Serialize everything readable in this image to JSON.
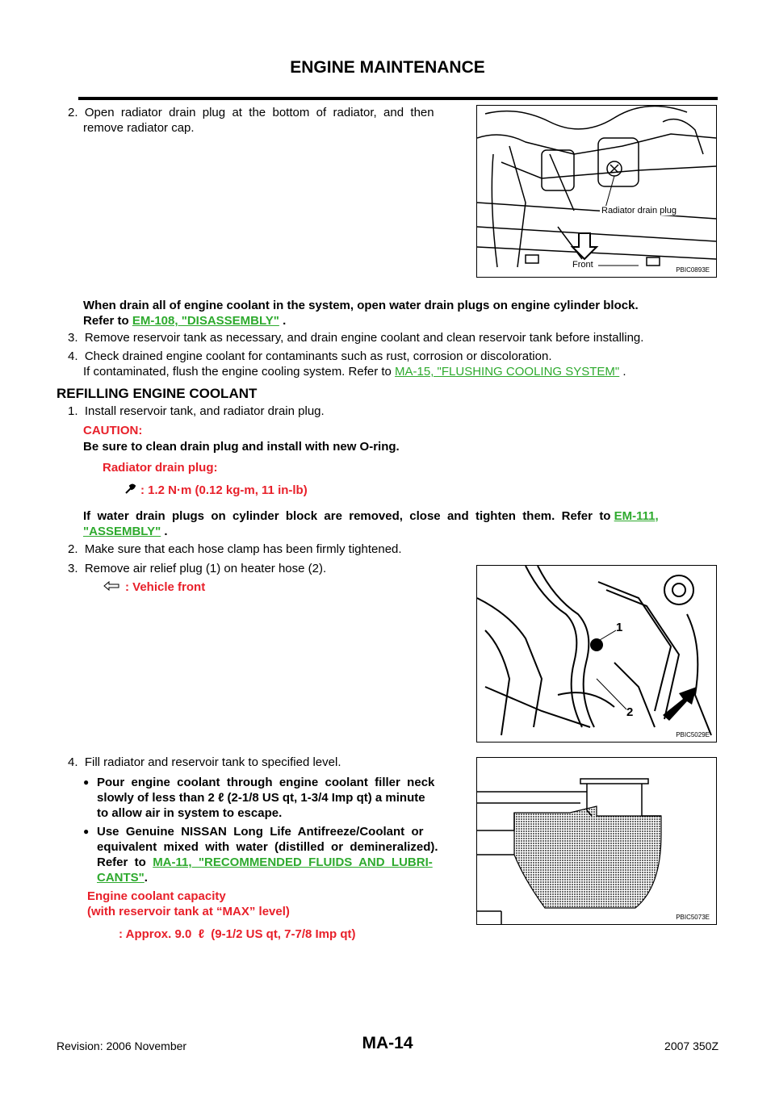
{
  "header": {
    "title": "ENGINE MAINTENANCE"
  },
  "step2": {
    "text_line1": "2.  Open  radiator  drain  plug  at  the  bottom  of  radiator,  and  then",
    "text_line2": "remove radiator cap.",
    "note_line1": "When drain all of engine coolant in the system, open water drain plugs on engine cylinder block.",
    "note_prefix": "Refer to ",
    "note_link": "EM-108, \"DISASSEMBLY\"",
    "note_suffix": " ."
  },
  "step3": {
    "text": "3.  Remove reservoir tank as necessary, and drain engine coolant and clean reservoir tank before installing."
  },
  "step4": {
    "text": "4.  Check drained engine coolant for contaminants such as rust, corrosion or discoloration.",
    "sub_prefix": "If contaminated, flush the engine cooling system. Refer to ",
    "sub_link": "MA-15, \"FLUSHING COOLING SYSTEM\"",
    "sub_suffix": " ."
  },
  "section": {
    "title": "REFILLING ENGINE COOLANT"
  },
  "refill1": {
    "text": "1.  Install reservoir tank, and radiator drain plug.",
    "caution_label": "CAUTION:",
    "caution_text": "Be sure to clean drain plug and install with new O-ring.",
    "spec_label": "Radiator drain plug:",
    "spec_value": ": 1.2 N·m (0.12 kg-m, 11 in-lb)",
    "note_line1_prefix": "If  water  drain  plugs  on  cylinder  block  are  removed,  close  and  tighten  them.  Refer  to ",
    "note_link_part1": "EM-111,",
    "note_link_part2": "\"ASSEMBLY\"",
    "note_suffix": " ."
  },
  "refill2": {
    "text": "2.  Make sure that each hose clamp has been firmly tightened."
  },
  "refill3": {
    "text": "3.  Remove air relief plug (1) on heater hose (2).",
    "legend": ": Vehicle front"
  },
  "refill4": {
    "text": "4.  Fill radiator and reservoir tank to specified level.",
    "bullet1_l1": "Pour  engine  coolant  through  engine  coolant  filler  neck",
    "bullet1_l2": "slowly of less than 2 ℓ  (2-1/8 US qt, 1-3/4 Imp qt) a minute",
    "bullet1_l3": "to allow air in system to escape.",
    "bullet2_l1": "Use  Genuine  NISSAN  Long  Life  Antifreeze/Coolant  or",
    "bullet2_l2": "equivalent  mixed  with  water  (distilled  or  demineralized).",
    "bullet2_prefix": "Refer  to  ",
    "bullet2_link1": "MA-11,  \"RECOMMENDED  FLUIDS  AND  LUBRI-",
    "bullet2_link2": "CANTS\"",
    "bullet2_suffix": ".",
    "cap_label1": "Engine coolant capacity",
    "cap_label2": "(with reservoir tank at “MAX” level)",
    "cap_value": ": Approx. 9.0  ℓ  (9-1/2 US qt, 7-7/8 Imp qt)"
  },
  "figures": {
    "fig1": {
      "callout": "Radiator drain plug",
      "arrow_label": "Front",
      "code": "PBIC0893E"
    },
    "fig2": {
      "callout1": "1",
      "callout2": "2",
      "code": "PBIC5029E"
    },
    "fig3": {
      "code": "PBIC5073E"
    }
  },
  "footer": {
    "revision": "Revision: 2006 November",
    "page": "MA-14",
    "model": "2007 350Z"
  }
}
